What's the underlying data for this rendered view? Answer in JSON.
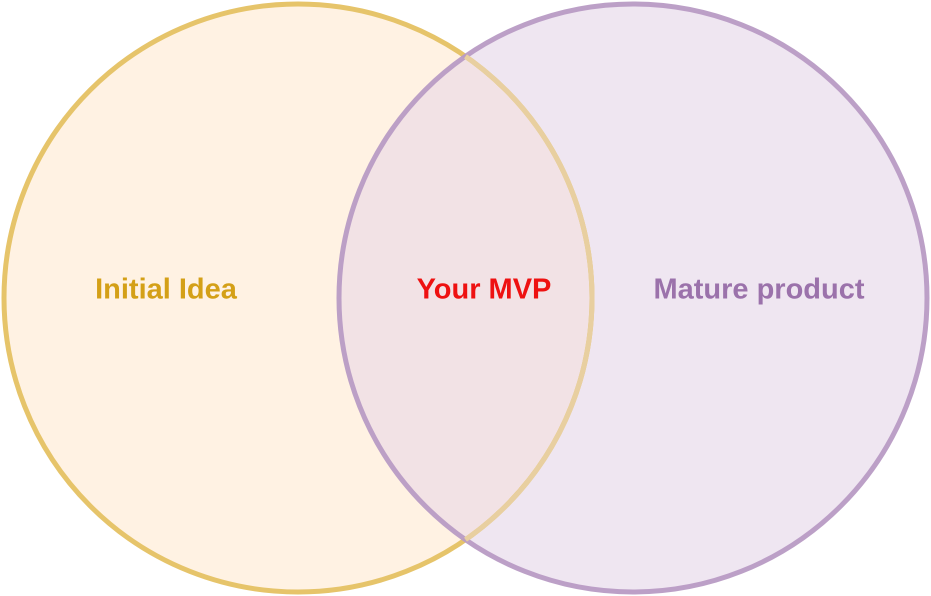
{
  "diagram": {
    "left_set": {
      "label": "Initial Idea",
      "label_color": "#d4a017",
      "fill_color": "#fff2e3",
      "stroke_color": "#e6c46a"
    },
    "right_set": {
      "label": "Mature product",
      "label_color": "#9b72ab",
      "fill_color": "#efe6f1",
      "stroke_color": "#b89bc4"
    },
    "overlap": {
      "label": "Your MVP",
      "label_color": "#ee1111",
      "fill_color": "#f2e2e5"
    }
  }
}
